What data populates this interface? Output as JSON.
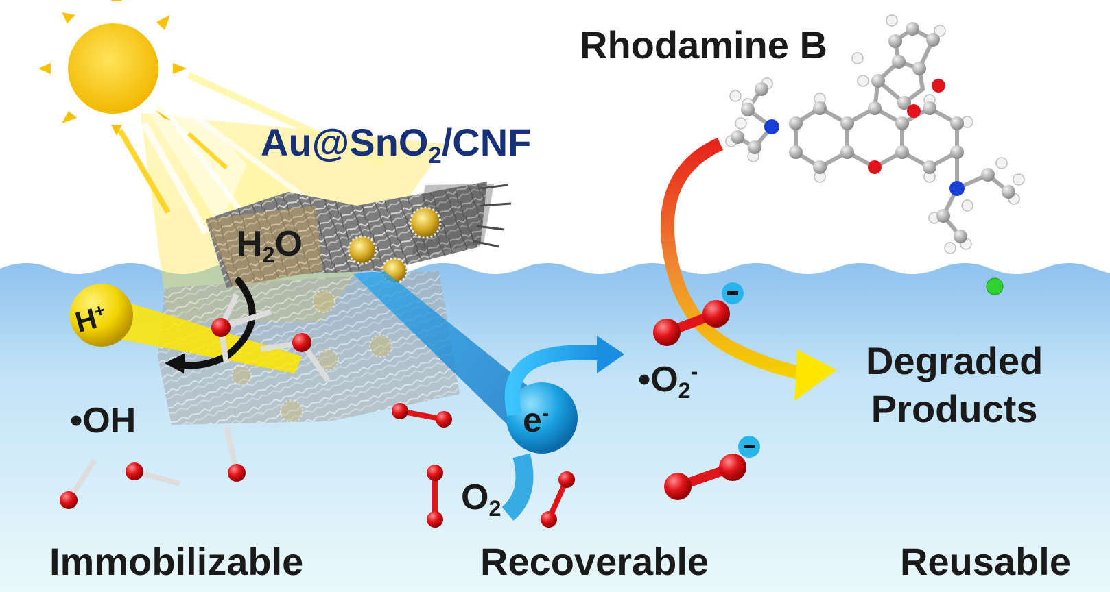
{
  "labels": {
    "molecule_name": "Rhodamine B",
    "catalyst": {
      "main": "Au@SnO",
      "sub": "2",
      "tail": "/CNF"
    },
    "water": {
      "main": "H",
      "sub": "2",
      "tail": "O"
    },
    "proton": {
      "main": "H",
      "sup": "+"
    },
    "hydroxyl": "•OH",
    "electron": {
      "main": "e",
      "sup": "-"
    },
    "oxygen": {
      "main": "O",
      "sub": "2"
    },
    "superoxide": {
      "main": "•O",
      "sub": "2",
      "sup": "-"
    },
    "products_line1": "Degraded",
    "products_line2": "Products",
    "charge_sign": "-"
  },
  "features": {
    "immobilizable": "Immobilizable",
    "recoverable": "Recoverable",
    "reusable": "Reusable"
  },
  "colors": {
    "water_top": "#8fc3ee",
    "water_bottom": "#e9f8fb",
    "sun": "#f7c600",
    "oxygen_atom": "#e0141b",
    "hydrogen_atom": "#e8e8e8",
    "electron": "#1a9fe0",
    "red_arrow": "#e8231b",
    "yellow_arrow": "#f5e500",
    "catalyst_text": "#17307a"
  },
  "icons": [
    "sun-icon",
    "sheet-icon",
    "nanoparticle-icon",
    "molecule-icon",
    "arrow-icon"
  ]
}
